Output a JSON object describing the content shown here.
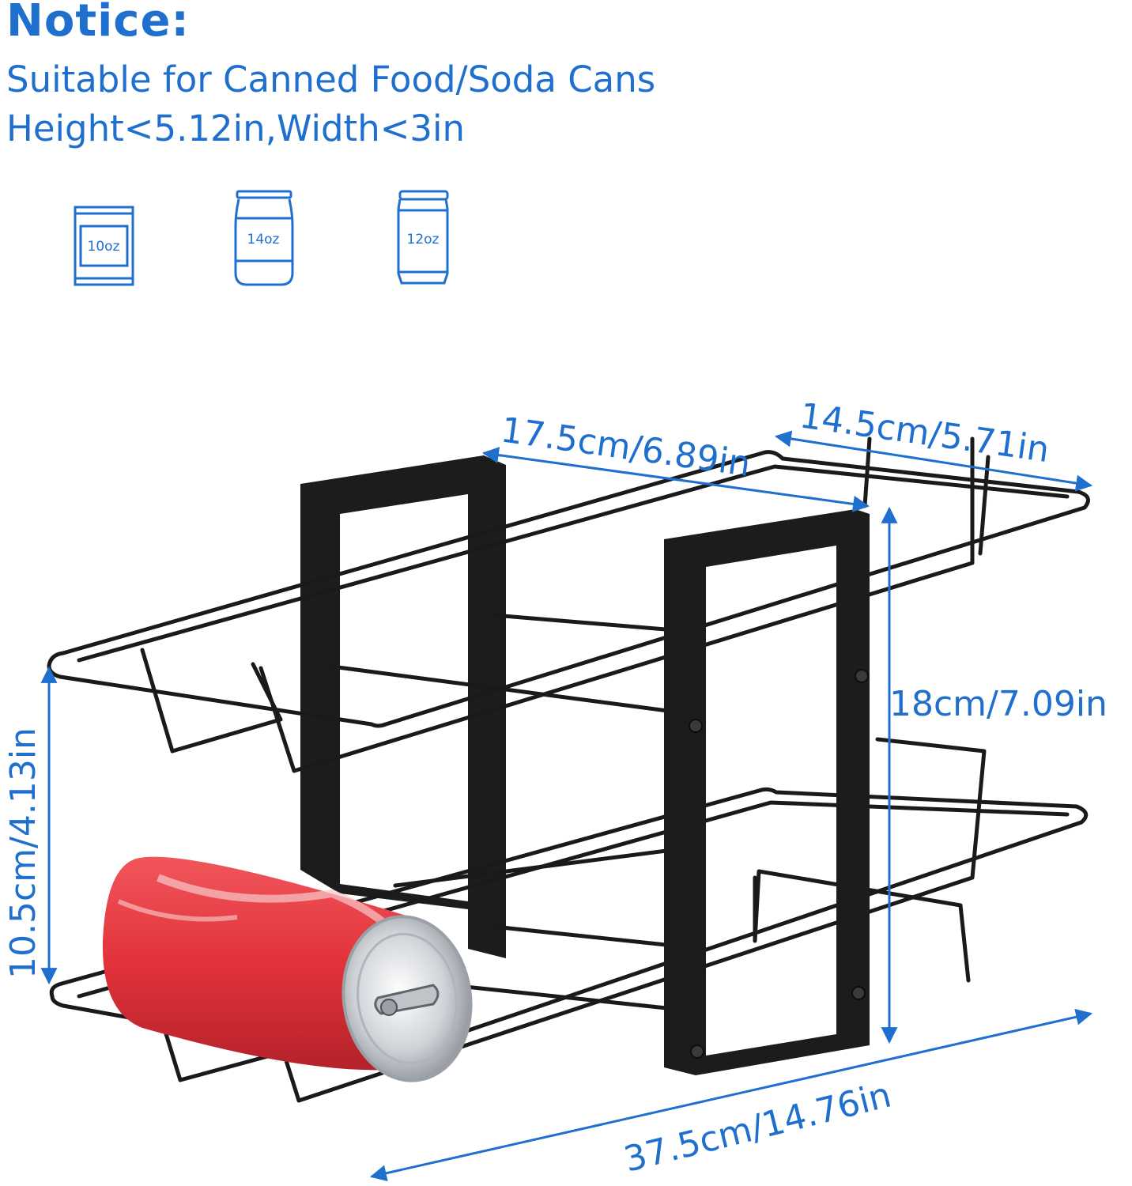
{
  "notice": {
    "title": "Notice:",
    "lines": [
      "Suitable for Canned Food/Soda Cans",
      "Height<5.12in,Width<3in"
    ]
  },
  "cans": [
    {
      "label": "10oz",
      "icon": "short-can-icon"
    },
    {
      "label": "14oz",
      "icon": "tall-jar-can-icon"
    },
    {
      "label": "12oz",
      "icon": "soda-can-icon"
    }
  ],
  "dimensions": {
    "depth_top": "14.5cm/5.71in",
    "width_top": "17.5cm/6.89in",
    "height_total": "18cm/7.09in",
    "height_tier": "10.5cm/4.13in",
    "length_bottom": "37.5cm/14.76in"
  },
  "colors": {
    "accent": "#1f6fcf",
    "rack": "#1a1a1a",
    "can_body": "#e8343a"
  }
}
